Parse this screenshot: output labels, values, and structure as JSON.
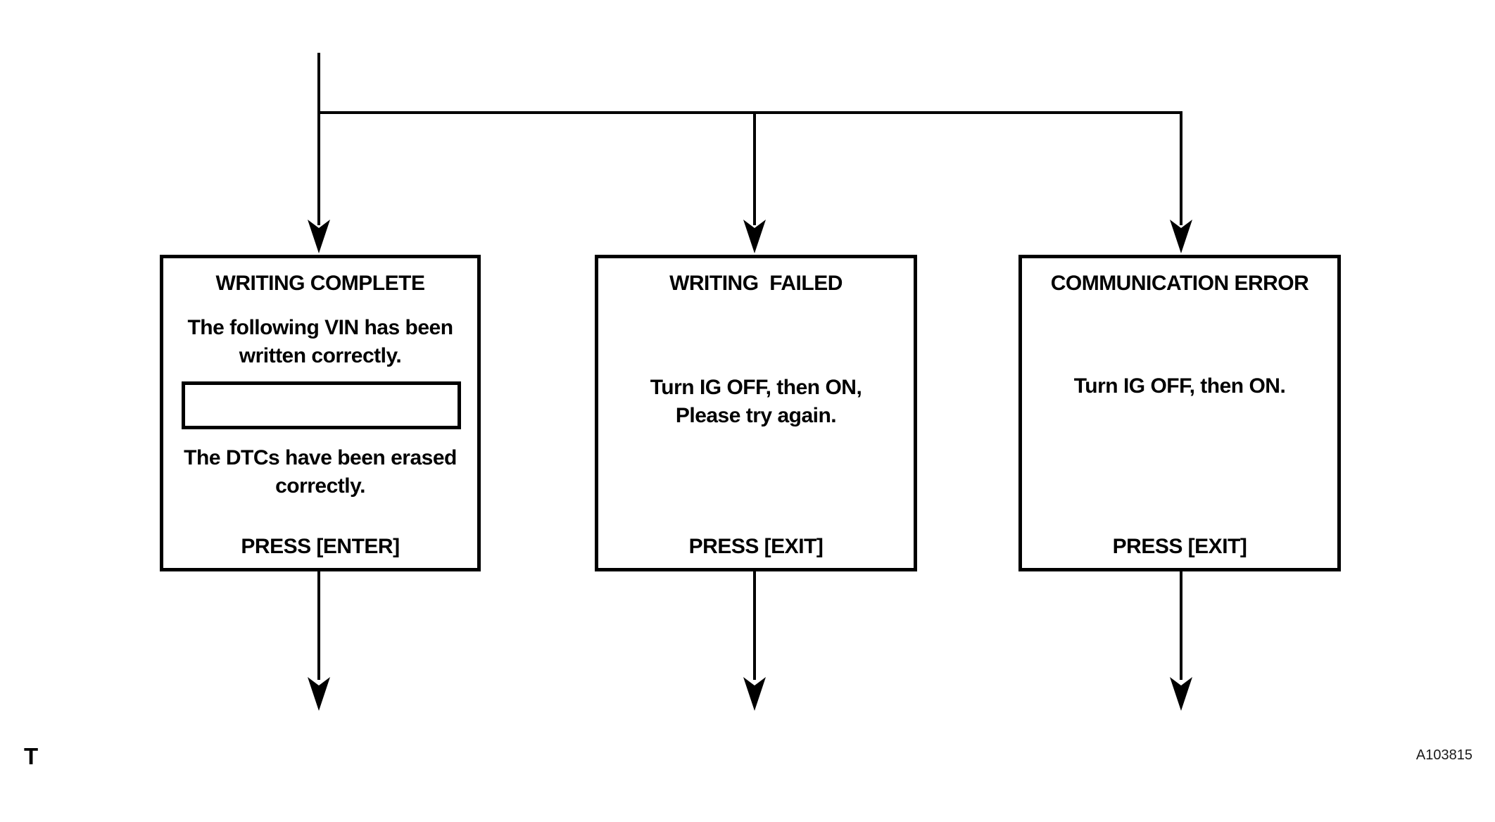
{
  "figure": {
    "corner_label": "T",
    "figure_code": "A103815"
  },
  "colors": {
    "line": "#000000",
    "background": "#ffffff"
  },
  "boxes": [
    {
      "id": "writing-complete",
      "title": "WRITING COMPLETE",
      "message_top": "The following VIN has been\nwritten correctly.",
      "vin_field_value": "",
      "message_bottom": "The DTCs have been erased\ncorrectly.",
      "action": "PRESS [ENTER]"
    },
    {
      "id": "writing-failed",
      "title": "WRITING  FAILED",
      "message": "Turn IG OFF, then ON,\nPlease try again.",
      "action": "PRESS [EXIT]"
    },
    {
      "id": "communication-error",
      "title": "COMMUNICATION ERROR",
      "message": "Turn IG OFF, then ON.",
      "action": "PRESS [EXIT]"
    }
  ]
}
